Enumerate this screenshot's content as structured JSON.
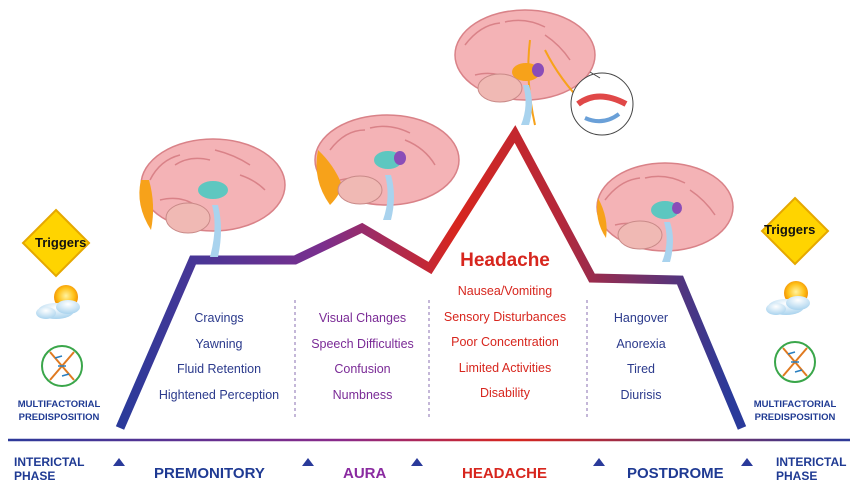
{
  "triggers_label": "Triggers",
  "predisposition": [
    "MULTIFACTORIAL",
    "PREDISPOSITION"
  ],
  "premonitory_symptoms": [
    "Cravings",
    "Yawning",
    "Fluid Retention",
    "Hightened Perception"
  ],
  "aura_symptoms": [
    "Visual Changes",
    "Speech Difficulties",
    "Confusion",
    "Numbness"
  ],
  "headache": {
    "title": "Headache",
    "symptoms": [
      "Nausea/Vomiting",
      "Sensory Disturbances",
      "Poor Concentration",
      "Limited Activities",
      "Disability"
    ]
  },
  "postdrome_symptoms": [
    "Hangover",
    "Anorexia",
    "Tired",
    "Diurisis"
  ],
  "phases": {
    "interictal": [
      "INTERICTAL",
      "PHASE"
    ],
    "premonitory": "PREMONITORY",
    "aura": "AURA",
    "headache": "HEADACHE",
    "postdrome": "POSTDROME"
  },
  "colors": {
    "blue": "#1f3a93",
    "purple": "#8a2aa0",
    "red": "#d7261e",
    "sign_yellow": "#ffd400",
    "brain_pink": "#f4b3b6"
  }
}
